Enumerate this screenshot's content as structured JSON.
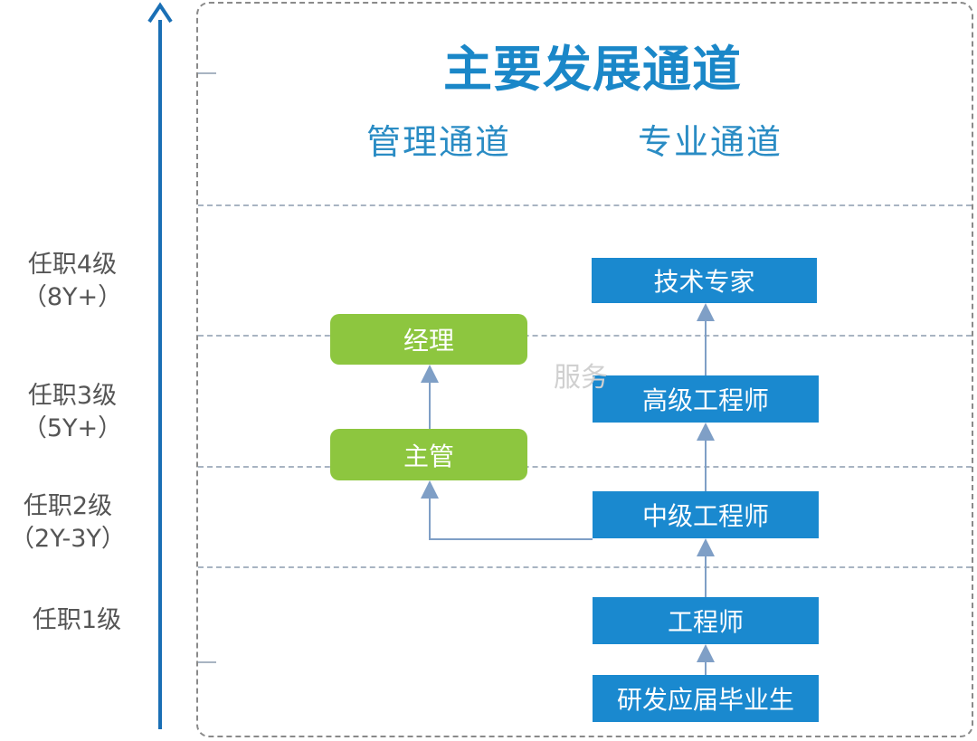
{
  "title": "主要发展通道",
  "channels": {
    "management": "管理通道",
    "professional": "专业通道"
  },
  "levels": [
    {
      "name": "任职4级",
      "years": "（8Y+）"
    },
    {
      "name": "任职3级",
      "years": "（5Y+）"
    },
    {
      "name": "任职2级",
      "years": "（2Y-3Y）"
    },
    {
      "name": "任职1级",
      "years": ""
    }
  ],
  "management_roles": {
    "manager": "经理",
    "supervisor": "主管"
  },
  "professional_roles": {
    "expert": "技术专家",
    "senior_engineer": "高级工程师",
    "mid_engineer": "中级工程师",
    "engineer": "工程师",
    "graduate": "研发应届毕业生"
  },
  "watermark": "服务",
  "colors": {
    "title": "#1a87c8",
    "professional_box": "#1a89cf",
    "management_box": "#8dc63f",
    "arrow": "#7f9fc6",
    "axis": "#1a6fb5"
  }
}
